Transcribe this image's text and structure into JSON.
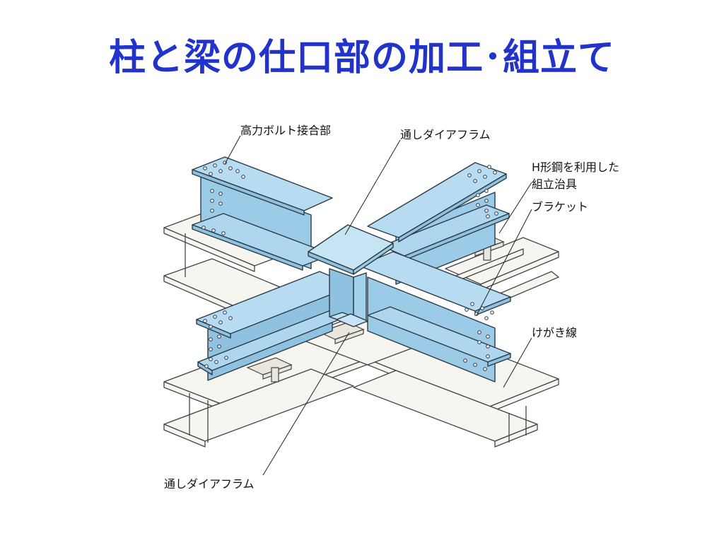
{
  "title": "柱と梁の仕口部の加工･組立て",
  "labels": {
    "high_strength_bolt_joint": "高力ボルト接合部",
    "through_diaphragm_top": "通しダイアフラム",
    "h_steel_jig_line1": "H形鋼を利用した",
    "h_steel_jig_line2": "組立治具",
    "bracket": "ブラケット",
    "marking_line": "けがき線",
    "through_diaphragm_bottom": "通しダイアフラム"
  },
  "colors": {
    "title": "#2233cc",
    "steel_fill": "#aed6ef",
    "steel_fill_dark": "#8fc1e0",
    "steel_stroke": "#2c3a44",
    "jig_fill": "#f7f5ef",
    "jig_stroke": "#444444"
  }
}
